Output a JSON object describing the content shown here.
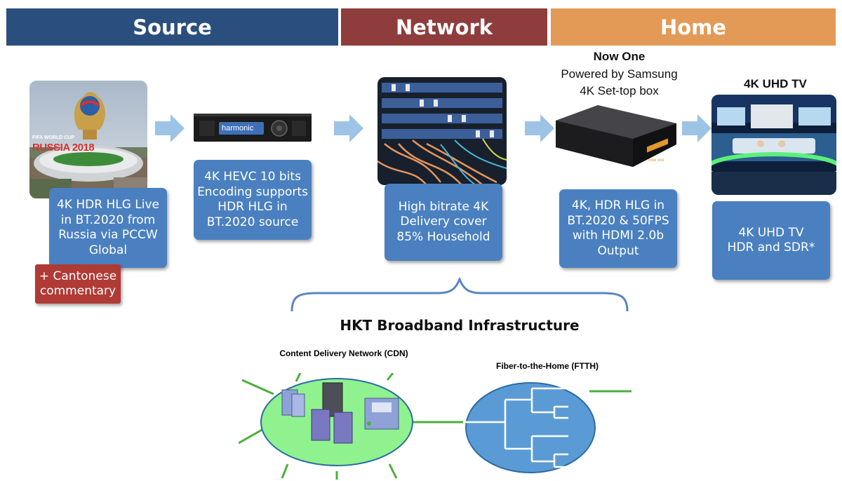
{
  "headers": {
    "source": "Source",
    "network": "Network",
    "home": "Home"
  },
  "captions": {
    "source_live": "4K HDR HLG Live\nin BT.2020 from\nRussia via PCCW\nGlobal",
    "cantonese": "+ Cantonese\ncommentary",
    "encoder": "4K HEVC 10 bits\nEncoding supports\nHDR HLG in\nBT.2020 source",
    "network": "High bitrate 4K\nDelivery cover\n85% Household",
    "settop": "4K, HDR HLG in\nBT.2020 & 50FPS\nwith HDMI 2.0b\nOutput",
    "tv": "4K UHD TV\nHDR and SDR*"
  },
  "labels": {
    "now_one": "Now One",
    "powered_by": "Powered by Samsung",
    "settop_box": "4K Set-top box",
    "uhd_tv": "4K UHD TV",
    "infrastructure": "HKT Broadband Infrastructure",
    "cdn": "Content Delivery Network (CDN)",
    "ftth": "Fiber-to-the-Home (FTTH)"
  },
  "image_text": {
    "worldcup_top": "FIFA WORLD CUP",
    "worldcup_main": "RUSSIA 2018",
    "encoder_brand": "harmonic",
    "settop_brand": "now one"
  },
  "colors": {
    "source": "#2a4f7e",
    "network": "#8e3d3c",
    "home": "#e39a56",
    "caption": "#4a80c0",
    "cantonese": "#b03a35",
    "arrow": "#9dc3e6",
    "cdn_fill": "#8ff28f",
    "ftth_fill": "#5b9bd5",
    "link": "#4caf3c"
  },
  "icons": [
    "arrow-right-icon",
    "server-icon",
    "tree-network-icon"
  ]
}
